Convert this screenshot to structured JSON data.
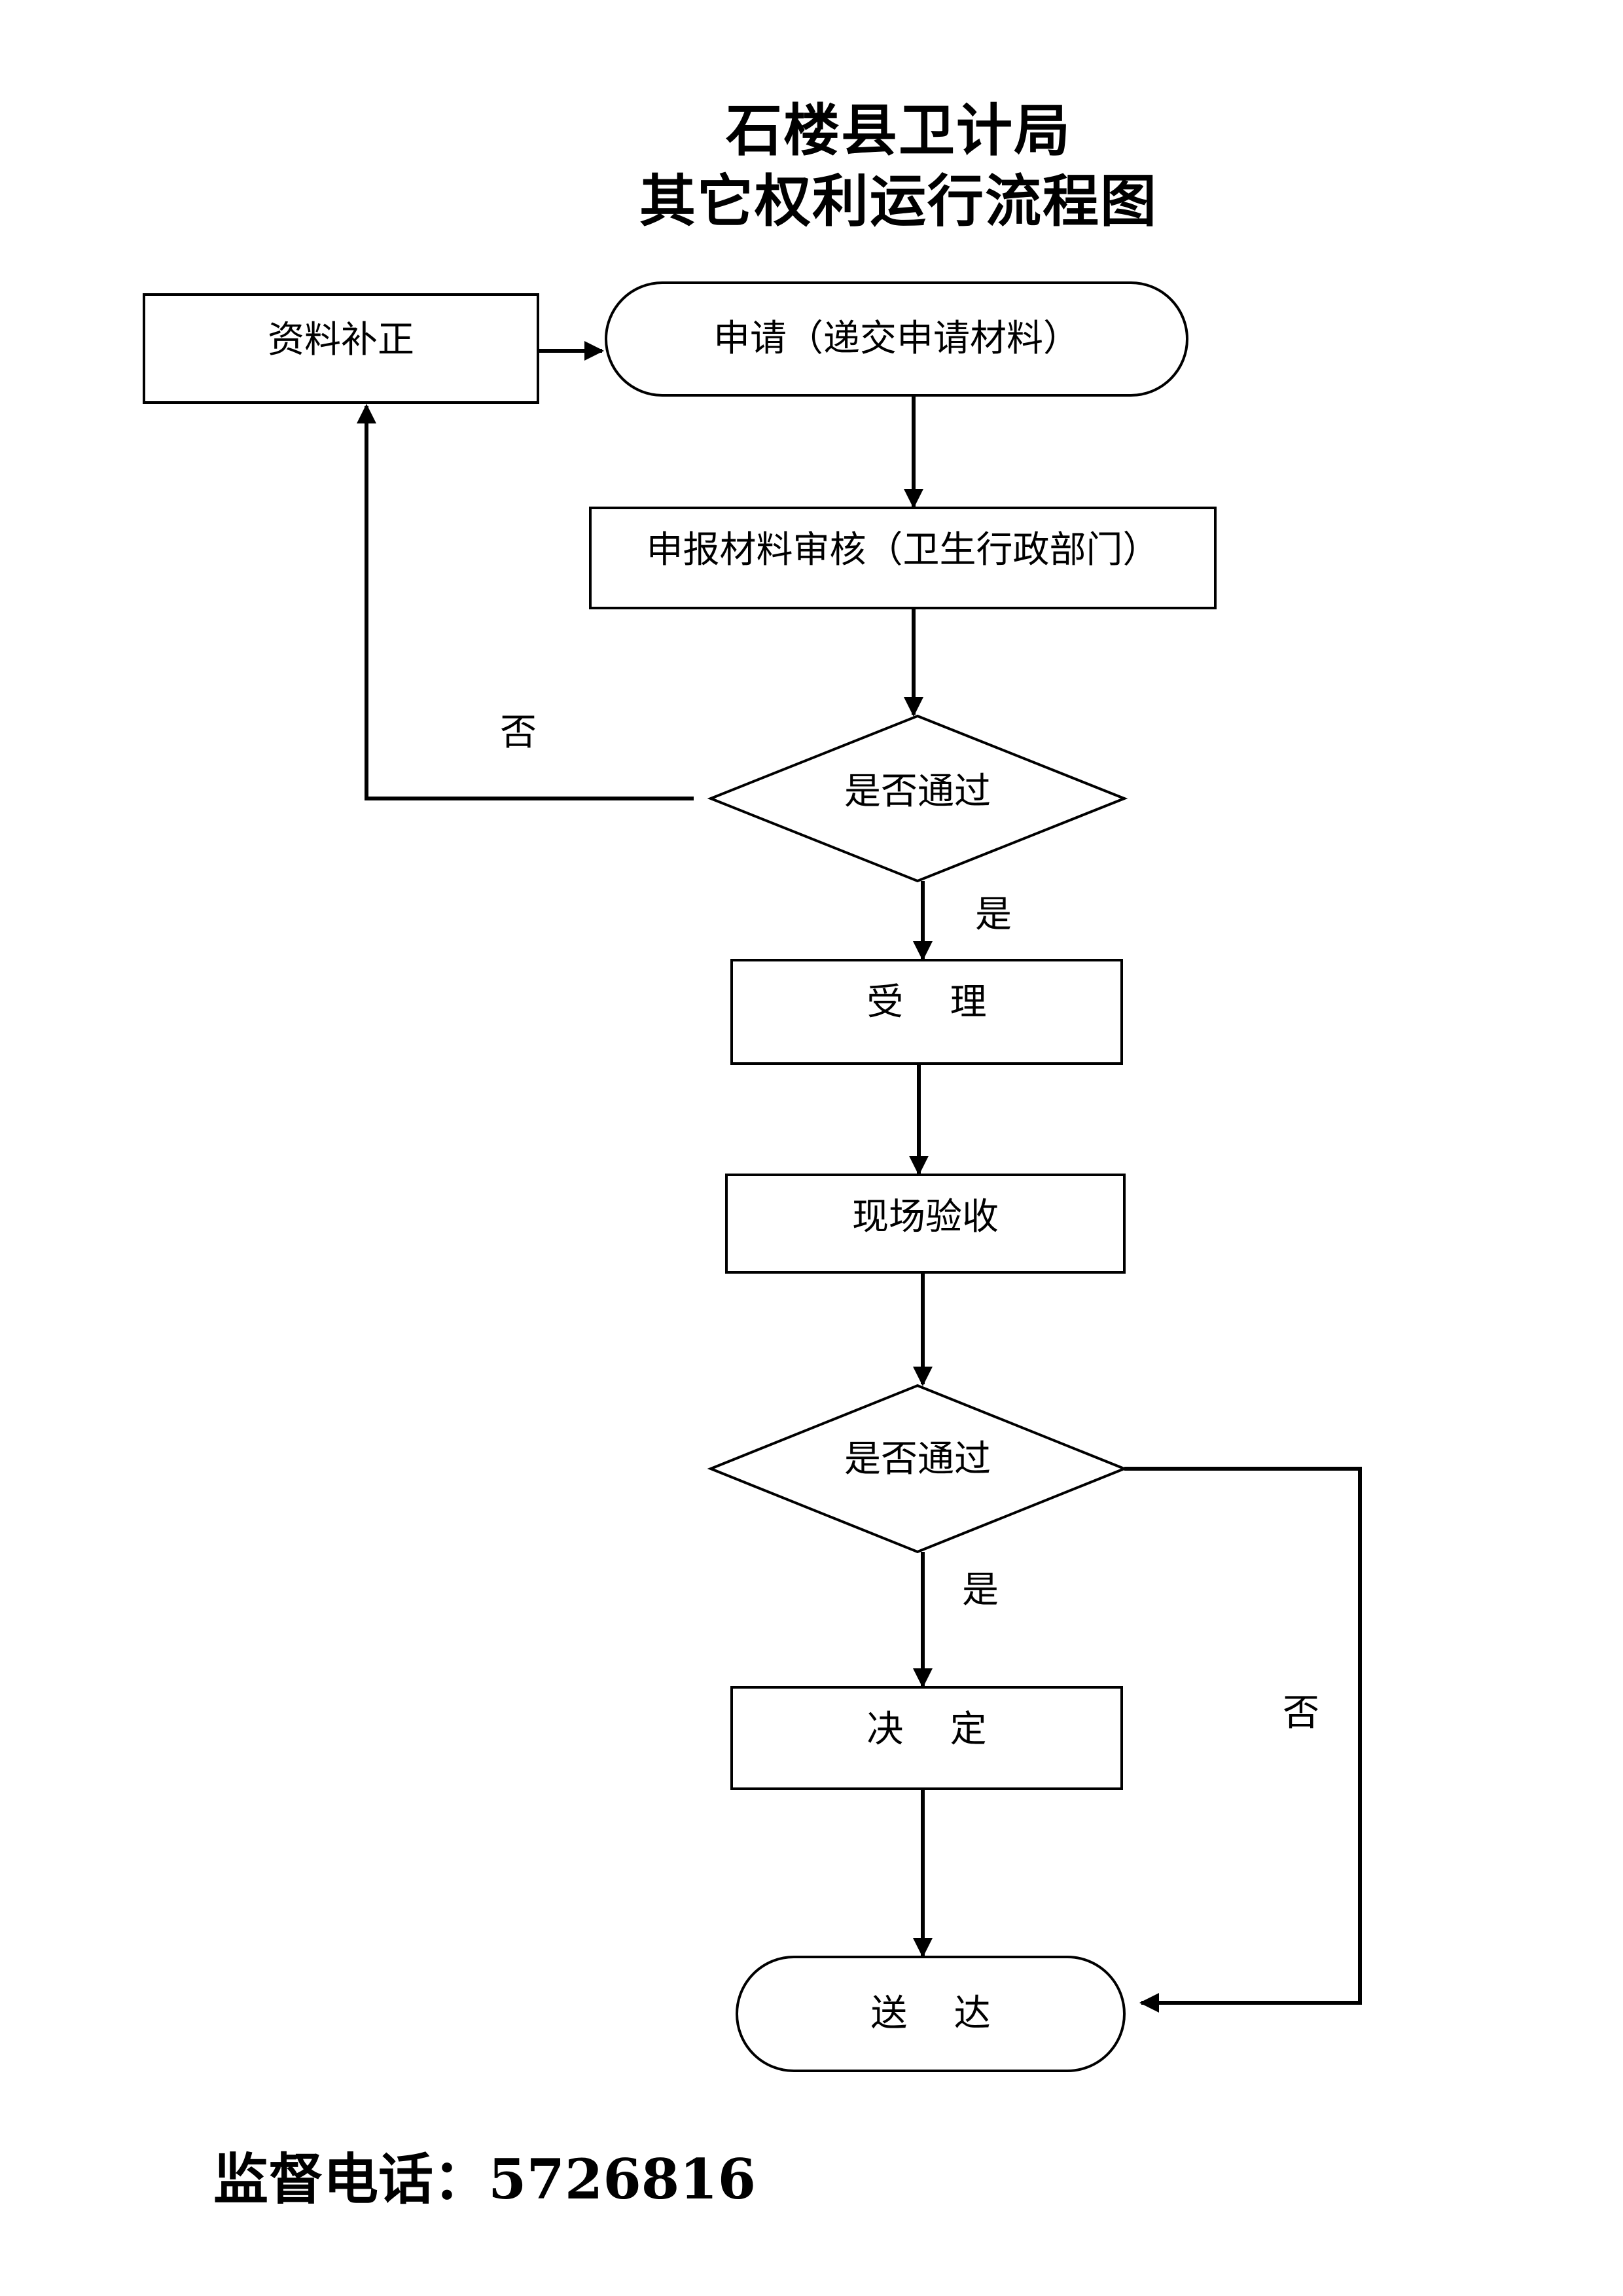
{
  "title": {
    "line1": "石楼县卫计局",
    "line2": "其它权利运行流程图"
  },
  "nodes": {
    "supplement": "资料补正",
    "apply": "申请（递交申请材料）",
    "review": "申报材料审核（卫生行政部门）",
    "decision1": "是否通过",
    "accept": "受    理",
    "inspection": "现场验收",
    "decision2": "是否通过",
    "decide": "决    定",
    "deliver": "送    达"
  },
  "edge_labels": {
    "decision1_no": "否",
    "decision1_yes": "是",
    "decision2_yes": "是",
    "decision2_no": "否"
  },
  "footer": {
    "hotline": "监督电话：5726816"
  }
}
